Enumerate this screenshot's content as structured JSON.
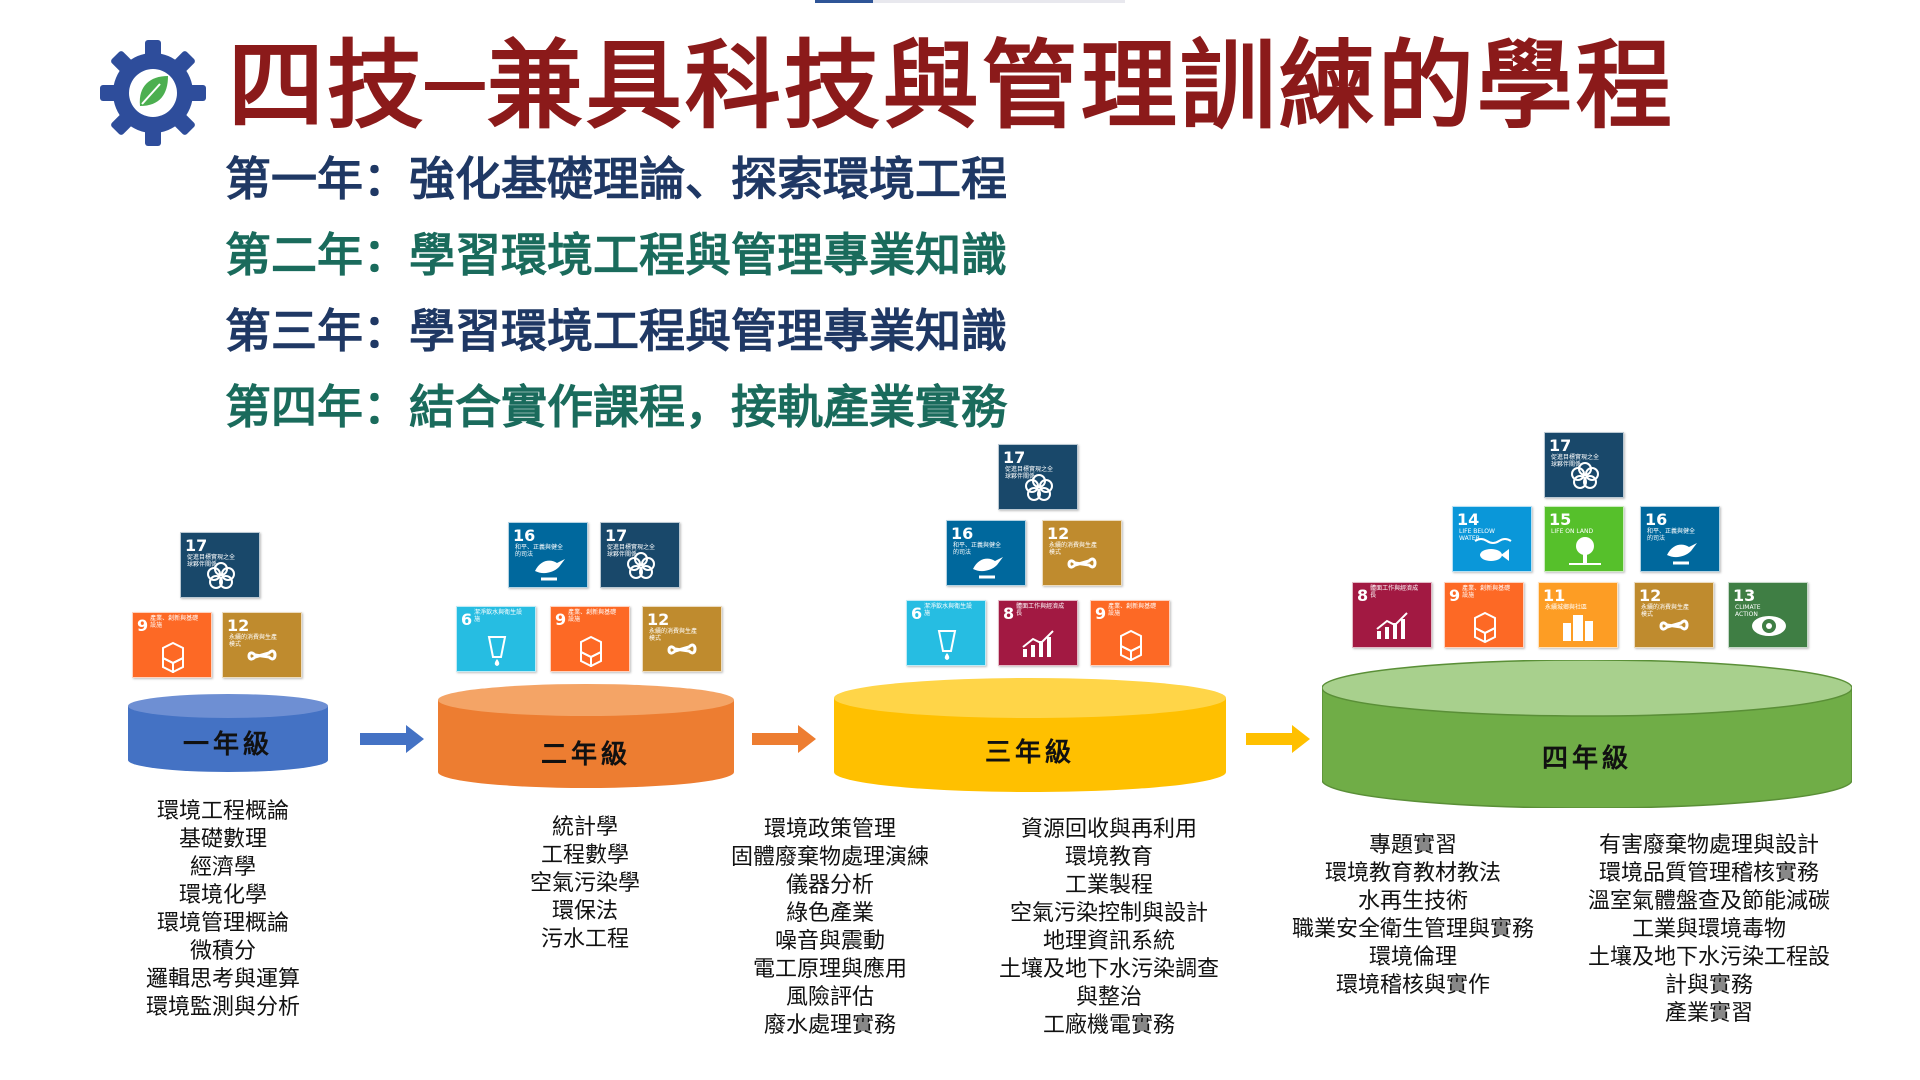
{
  "title": "四技─兼具科技與管理訓練的學程",
  "years": [
    {
      "text": "第一年：強化基礎理論、探索環境工程",
      "color": "#1f3864"
    },
    {
      "text": "第二年：學習環境工程與管理專業知識",
      "color": "#1a6b5c"
    },
    {
      "text": "第三年：學習環境工程與管理專業知識",
      "color": "#1f3864"
    },
    {
      "text": "第四年：結合實作課程，接軌產業實務",
      "color": "#1a6b5c"
    }
  ],
  "grades": [
    {
      "label": "一年級",
      "color": "#4472c4"
    },
    {
      "label": "二年級",
      "color": "#ed7d31"
    },
    {
      "label": "三年級",
      "color": "#ffc000"
    },
    {
      "label": "四年級",
      "color": "#70ad47"
    }
  ],
  "sdg_tiles": {
    "t6": {
      "num": "6",
      "label": "潔淨飲水與衛生設施",
      "color": "#26bde2"
    },
    "t8": {
      "num": "8",
      "label": "體面工作與經濟成長",
      "color": "#a21942"
    },
    "t9": {
      "num": "9",
      "label": "產業、創新與基礎設施",
      "color": "#fd6925"
    },
    "t11": {
      "num": "11",
      "label": "永續城鄉與社區",
      "color": "#fd9d24"
    },
    "t12": {
      "num": "12",
      "label": "永續的消費與生產模式",
      "color": "#bf8b2e"
    },
    "t13": {
      "num": "13",
      "label": "CLIMATE ACTION",
      "color": "#3f7e44"
    },
    "t14": {
      "num": "14",
      "label": "LIFE BELOW WATER",
      "color": "#0a97d9"
    },
    "t15": {
      "num": "15",
      "label": "LIFE ON LAND",
      "color": "#56c02b"
    },
    "t16": {
      "num": "16",
      "label": "和平、正義與健全的司法",
      "color": "#00689d"
    },
    "t17": {
      "num": "17",
      "label": "促進目標實現之全球夥伴關係",
      "color": "#19486a"
    }
  },
  "courses": {
    "year1": [
      "環境工程概論",
      "基礎數理",
      "經濟學",
      "環境化學",
      "環境管理概論",
      "微積分",
      "邏輯思考與運算",
      "環境監測與分析"
    ],
    "year2": [
      "統計學",
      "工程數學",
      "空氣污染學",
      "環保法",
      "污水工程"
    ],
    "year3a": [
      "環境政策管理",
      "固體廢棄物處理演練",
      "儀器分析",
      "綠色產業",
      "噪音與震動",
      "電工原理與應用",
      "風險評估",
      "廢水處理實務"
    ],
    "year3b": [
      "資源回收與再利用",
      "環境教育",
      "工業製程",
      "空氣污染控制與設計",
      "地理資訊系統",
      "土壤及地下水污染調查",
      "與整治",
      "工廠機電實務"
    ],
    "year4a": [
      "專題實習",
      "環境教育教材教法",
      "水再生技術",
      "職業安全衛生管理與實務",
      "環境倫理",
      "環境稽核與實作"
    ],
    "year4b": [
      "有害廢棄物處理與設計",
      "環境品質管理稽核實務",
      "溫室氣體盤查及節能減碳",
      "工業與環境毒物",
      "土壤及地下水污染工程設",
      "計與實務",
      "產業實習"
    ]
  }
}
